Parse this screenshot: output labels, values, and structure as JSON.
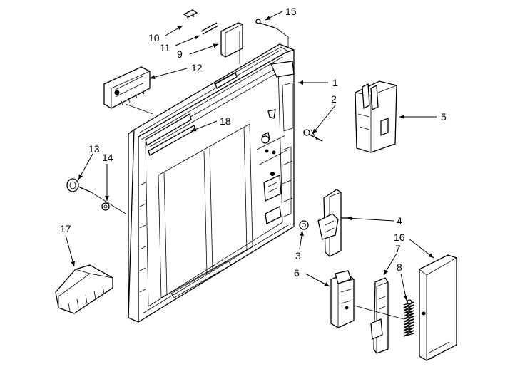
{
  "diagram": {
    "callouts": [
      {
        "id": "c1",
        "label": "1"
      },
      {
        "id": "c2",
        "label": "2"
      },
      {
        "id": "c3",
        "label": "3"
      },
      {
        "id": "c4",
        "label": "4"
      },
      {
        "id": "c5",
        "label": "5"
      },
      {
        "id": "c6",
        "label": "6"
      },
      {
        "id": "c7",
        "label": "7"
      },
      {
        "id": "c8",
        "label": "8"
      },
      {
        "id": "c9",
        "label": "9"
      },
      {
        "id": "c10",
        "label": "10"
      },
      {
        "id": "c11",
        "label": "11"
      },
      {
        "id": "c12",
        "label": "12"
      },
      {
        "id": "c13",
        "label": "13"
      },
      {
        "id": "c14",
        "label": "14"
      },
      {
        "id": "c15",
        "label": "15"
      },
      {
        "id": "c16",
        "label": "16"
      },
      {
        "id": "c17",
        "label": "17"
      },
      {
        "id": "c18",
        "label": "18"
      }
    ]
  }
}
